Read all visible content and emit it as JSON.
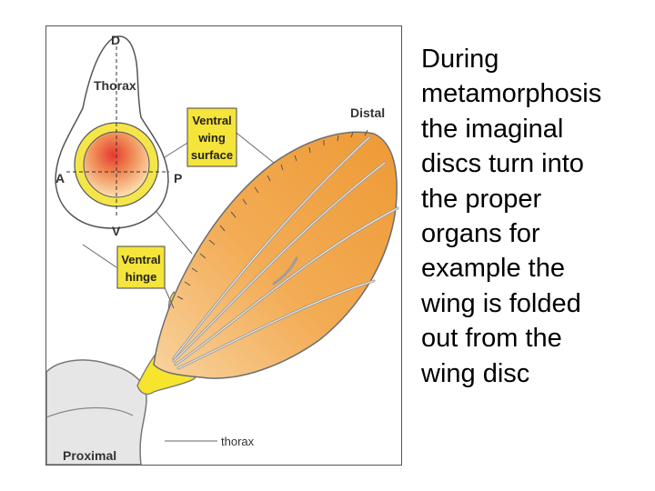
{
  "caption": "During\nmetamorphosis\nthe imaginal\ndiscs turn into\nthe proper\norgans for\nexample the\nwing is folded\nout from the\nwing disc",
  "figure": {
    "labels": {
      "dorsal": "D",
      "ventral": "V",
      "anterior": "A",
      "posterior": "P",
      "thorax_disc": "Thorax",
      "distal": "Distal",
      "proximal": "Proximal",
      "thorax_body": "thorax"
    },
    "callouts": {
      "ventral_wing_surface": [
        "Ventral",
        "wing",
        "surface"
      ],
      "ventral_hinge": [
        "Ventral",
        "hinge"
      ]
    }
  },
  "colors": {
    "wing_orange": "#F2A64A",
    "wing_light": "#FBD9A4",
    "callout_yellow": "#F5E43A",
    "disc_red": "#E8443A",
    "hinge_yellow": "#F6E52C",
    "vein_gray": "#9C9C9C",
    "body_gray": "#E6E6E6"
  }
}
